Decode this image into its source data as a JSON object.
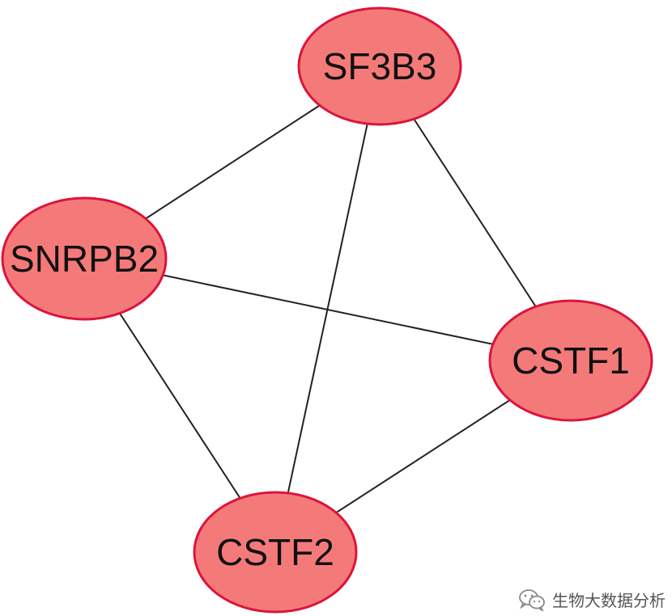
{
  "diagram": {
    "type": "network-graph",
    "colors": {
      "node_fill": "#F47A79",
      "node_stroke": "#DC143C",
      "edge": "#222222",
      "label": "#111111"
    },
    "nodes": [
      {
        "id": "SF3B3",
        "label": "SF3B3"
      },
      {
        "id": "SNRPB2",
        "label": "SNRPB2"
      },
      {
        "id": "CSTF1",
        "label": "CSTF1"
      },
      {
        "id": "CSTF2",
        "label": "CSTF2"
      }
    ],
    "edges": [
      {
        "source": "SF3B3",
        "target": "SNRPB2"
      },
      {
        "source": "SF3B3",
        "target": "CSTF1"
      },
      {
        "source": "SF3B3",
        "target": "CSTF2"
      },
      {
        "source": "SNRPB2",
        "target": "CSTF1"
      },
      {
        "source": "SNRPB2",
        "target": "CSTF2"
      },
      {
        "source": "CSTF1",
        "target": "CSTF2"
      }
    ]
  },
  "watermark": {
    "icon": "wechat-icon",
    "text": "生物大数据分析"
  }
}
